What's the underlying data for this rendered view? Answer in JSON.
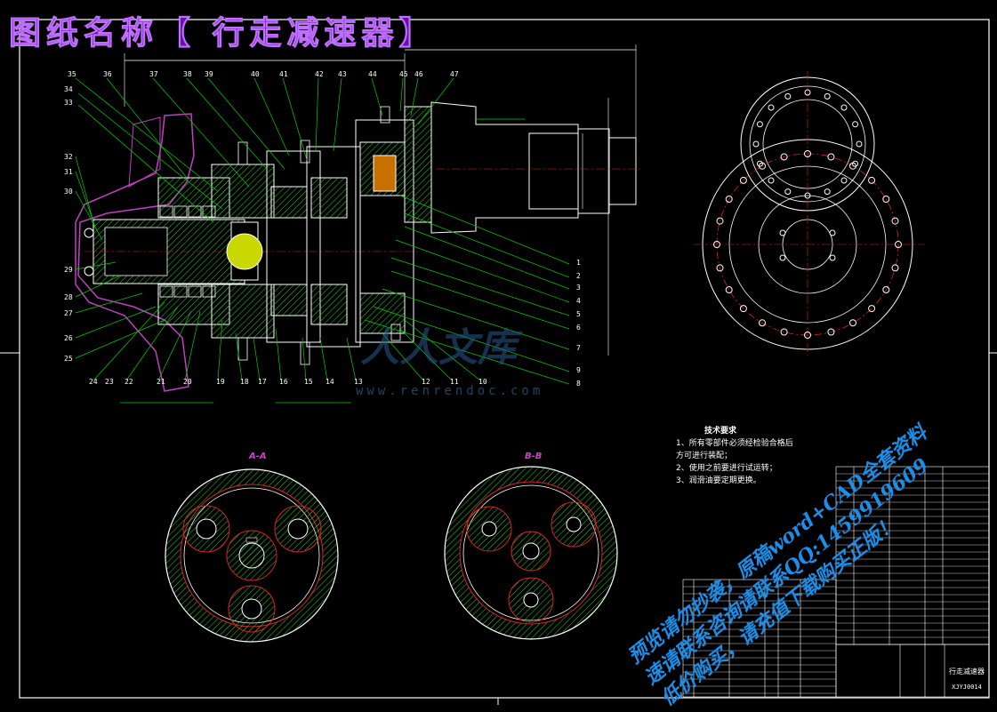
{
  "title": "图纸名称【 行走减速器】",
  "part_numbers": [
    "1",
    "2",
    "3",
    "4",
    "5",
    "6",
    "7",
    "8",
    "9",
    "10",
    "11",
    "12",
    "13",
    "14",
    "15",
    "16",
    "17",
    "18",
    "19",
    "20",
    "21",
    "22",
    "23",
    "24",
    "25",
    "26",
    "27",
    "28",
    "29",
    "30",
    "31",
    "32",
    "33",
    "34",
    "35",
    "36",
    "37",
    "38",
    "39",
    "40",
    "41",
    "42",
    "43",
    "44",
    "45",
    "46",
    "47"
  ],
  "section_labels": {
    "a": "A-A",
    "b": "B-B"
  },
  "tech_requirements": {
    "heading": "技术要求",
    "items": [
      "1、所有零部件必须经检验合格后",
      "方可进行装配；",
      "2、使用之前要进行试运转；",
      "3、润滑油要定期更换。"
    ]
  },
  "watermark": {
    "brand": "人人文库",
    "url": "www.renrendoc.com",
    "lines": [
      "预览请勿抄袭，原稿word+CAD全套资料",
      "速请联系咨询请联系QQ:1459919609",
      "低价购买，请充值下载购买正版！"
    ]
  },
  "titleblock": {
    "name": "行走减速器",
    "number": "XJYJ0014"
  },
  "colors": {
    "background": "#000000",
    "outline": "#ffffff",
    "leader": "#00d000",
    "section": "#d040d0",
    "center": "#e02020",
    "watermark": "#1c8ee8"
  }
}
